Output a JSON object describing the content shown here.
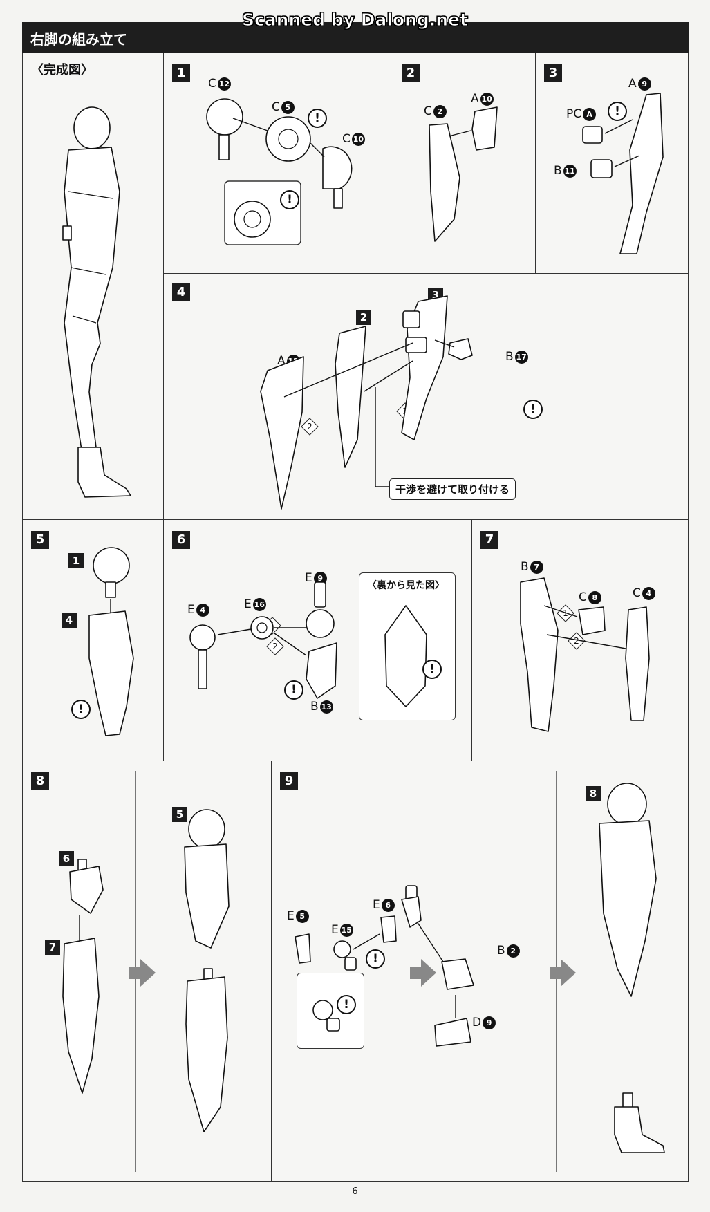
{
  "watermark": "Scanned by Dalong.net",
  "header": {
    "title": "右脚の組み立て"
  },
  "completion": {
    "label": "〈完成図〉"
  },
  "steps": {
    "s1": {
      "num": "1",
      "parts": {
        "c12": "C",
        "c12n": "12",
        "c5": "C",
        "c5n": "5",
        "c10": "C",
        "c10n": "10"
      }
    },
    "s2": {
      "num": "2",
      "parts": {
        "c2": "C",
        "c2n": "2",
        "a10": "A",
        "a10n": "10"
      }
    },
    "s3": {
      "num": "3",
      "parts": {
        "a9": "A",
        "a9n": "9",
        "pca": "PC",
        "pcan": "A",
        "b11": "B",
        "b11n": "11"
      }
    },
    "s4": {
      "num": "4",
      "ref2": "2",
      "ref3": "3",
      "parts": {
        "a12": "A",
        "a12n": "12",
        "b17": "B",
        "b17n": "17"
      },
      "sub1": "1",
      "sub2": "2",
      "note": "干渉を避けて取り付ける"
    },
    "s5": {
      "num": "5",
      "ref1": "1",
      "ref4": "4"
    },
    "s6": {
      "num": "6",
      "parts": {
        "e4": "E",
        "e4n": "4",
        "e16": "E",
        "e16n": "16",
        "e9": "E",
        "e9n": "9",
        "b13": "B",
        "b13n": "13"
      },
      "sub1": "1",
      "sub2": "2",
      "back_view": "〈裏から見た図〉"
    },
    "s7": {
      "num": "7",
      "parts": {
        "b7": "B",
        "b7n": "7",
        "c8": "C",
        "c8n": "8",
        "c4": "C",
        "c4n": "4"
      },
      "sub1": "1",
      "sub2": "2"
    },
    "s8": {
      "num": "8",
      "ref6": "6",
      "ref7": "7",
      "ref5": "5"
    },
    "s9": {
      "num": "9",
      "parts": {
        "e5": "E",
        "e5n": "5",
        "e15": "E",
        "e15n": "15",
        "e6": "E",
        "e6n": "6",
        "b2": "B",
        "b2n": "2",
        "d9": "D",
        "d9n": "9"
      },
      "ref8": "8"
    }
  },
  "warning_symbol": "!",
  "page_number": "6"
}
